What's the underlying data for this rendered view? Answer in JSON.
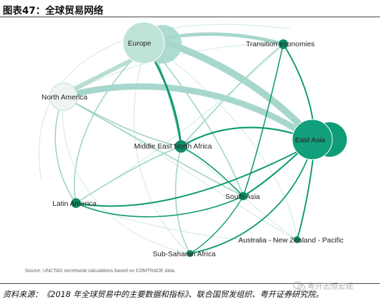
{
  "title": "图表47：全球贸易网络",
  "source": "Source: UNCTAD secretariat calculations based on COMTRADE data.",
  "footer": "资料来源：《2018 年全球贸易中的主要数据和指标》、联合国贸发组织、粤开证券研究院。",
  "watermark": "粤开志恒宏观",
  "colors": {
    "europe_node": "#a7d7cc",
    "east_asia_node": "#0f9d78",
    "north_america_node": "#eef5f2",
    "small_node": "#0e8a65",
    "strong_flow": "#0d9a72",
    "light_flow": "#9fd4c4",
    "faint_flow": "#cfe9e1"
  },
  "nodes": [
    {
      "id": "europe",
      "label": "Europe"
    },
    {
      "id": "transition",
      "label": "Transition economies"
    },
    {
      "id": "north_america",
      "label": "North America"
    },
    {
      "id": "east_asia",
      "label": "East Asia"
    },
    {
      "id": "mena",
      "label": "Middle East North Africa"
    },
    {
      "id": "latin_america",
      "label": "Latin America"
    },
    {
      "id": "south_asia",
      "label": "South Asia"
    },
    {
      "id": "anz_pacific",
      "label": "Australia - New Zealand - Pacific"
    },
    {
      "id": "ssa",
      "label": "Sub-Saharan Africa"
    }
  ]
}
